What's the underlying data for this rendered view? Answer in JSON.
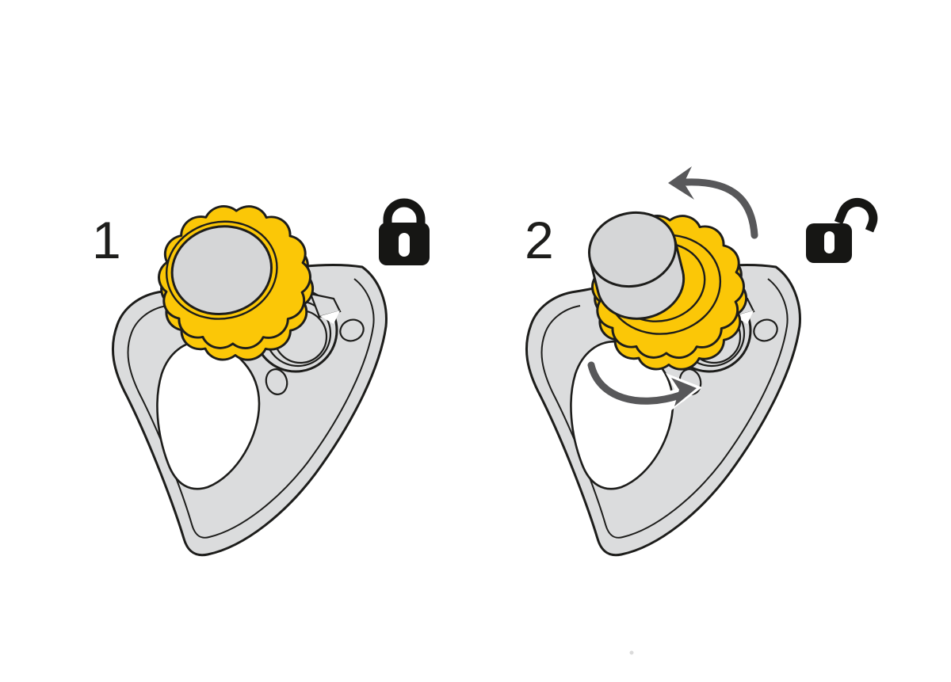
{
  "page": {
    "background": "#FFFFFF"
  },
  "colors": {
    "background": "#FFFFFF",
    "knob_yellow": "#FBC707",
    "plate_gray": "#DBDCDD",
    "face_gray": "#D5D6D7",
    "outline_dark": "#1D1D1B",
    "arrow_gray": "#58585A",
    "icon_black": "#161614",
    "hole_white": "#FFFFFF"
  },
  "diagram": {
    "type": "instruction-diagram",
    "panels": [
      {
        "step_label": "1",
        "state": "locked",
        "state_icon": "locked-padlock-icon",
        "knob": "screwed-down-flush",
        "arrows": []
      },
      {
        "step_label": "2",
        "state": "unlocked",
        "state_icon": "unlocked-padlock-icon",
        "knob": "button-pulled-up",
        "arrows": [
          "counterclockwise-top-arrow",
          "counterclockwise-bottom-arrow"
        ]
      }
    ]
  }
}
